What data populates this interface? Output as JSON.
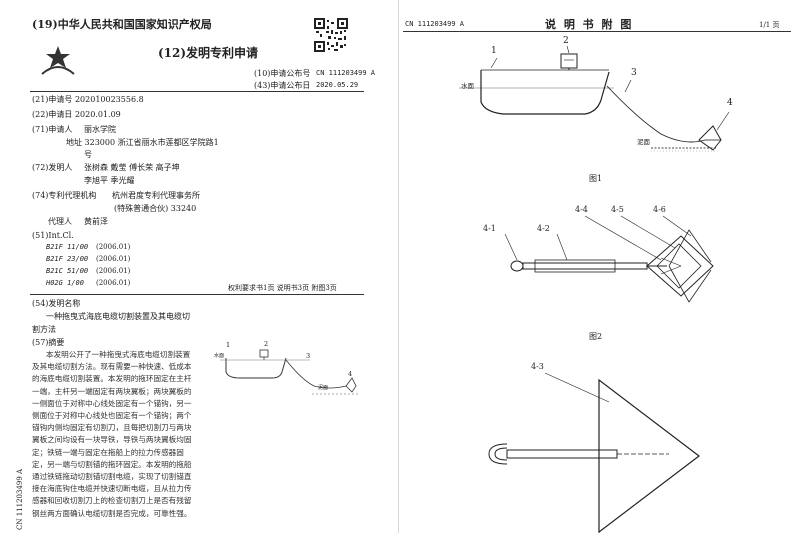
{
  "left": {
    "office": "(19)中华人民共和国国家知识产权局",
    "doc_type": "(12)发明专利申请",
    "pub_no_label": "(10)申请公布号",
    "pub_no": "CN 111203499 A",
    "pub_date_label": "(43)申请公布日",
    "pub_date": "2020.05.29",
    "app_no": "(21)申请号 202010023556.8",
    "app_date": "(22)申请日 2020.01.09",
    "applicant_label": "(71)申请人",
    "applicant": "丽水学院",
    "address_1": "地址 323000 浙江省丽水市莲都区学院路1",
    "address_2": "号",
    "inventors_label": "(72)发明人",
    "inventors_1": "张树森  戴莹  傅长荣  高子坤",
    "inventors_2": "李旭平  季光耀",
    "agency_label": "(74)专利代理机构",
    "agency_1": "杭州君度专利代理事务所",
    "agency_2": "(特殊普通合伙) 33240",
    "agent_label": "代理人",
    "agent": "黄前泽",
    "intcl_label": "(51)Int.Cl.",
    "classes": [
      {
        "code": "B21F 11/00",
        "year": "(2006.01)"
      },
      {
        "code": "B21F 23/00",
        "year": "(2006.01)"
      },
      {
        "code": "B21C 51/00",
        "year": "(2006.01)"
      },
      {
        "code": "H02G 1/00",
        "year": "(2006.01)"
      }
    ],
    "pages_info": "权利要求书1页  说明书3页  附图3页",
    "title_label": "(54)发明名称",
    "title_1": "一种拖曳式海底电缆切割装置及其电缆切",
    "title_2": "割方法",
    "abstract_label": "(57)摘要",
    "abstract": "本发明公开了一种拖曳式海底电缆切割装置及其电缆切割方法。现有需要一种快速、低成本的海底电缆切割装置。本发明的拖环固定在主杆一端，主杆另一端固定有两块翼板；两块翼板的一侧面位于对称中心线处固定有一个锚钩，另一侧面位于对称中心线处也固定有一个锚钩；两个锚钩内侧均固定有切割刀，且每把切割刀与两块翼板之间均设有一块导铁，导铁与两块翼板均固定；铁链一端与固定在拖船上的拉力传感器固定，另一端与切割锚的拖环固定。本发明的拖船通过铁链拖动切割锚切割电缆，实现了切割锚直接在海底钩住电缆并快速切断电缆，且从拉力传感器和回收切割刀上的检查切割刀上是否有残留钢丝两方面确认电缆切割是否完成，可靠性强。",
    "side_code": "CN 111203499 A",
    "fig_labels": [
      "1",
      "2",
      "3",
      "4",
      "水面",
      "泥面"
    ]
  },
  "right": {
    "header_left": "CN 111203499 A",
    "header_center": "说 明 书 附 图",
    "header_right": "1/1 页",
    "fig1": {
      "labels": [
        "1",
        "2",
        "3",
        "4"
      ],
      "water": "水面",
      "seabed": "泥面",
      "caption": "图1"
    },
    "fig2": {
      "labels": [
        "4-1",
        "4-2",
        "4-4",
        "4-5",
        "4-6"
      ],
      "caption": "图2"
    },
    "fig3": {
      "labels": [
        "4-3"
      ]
    }
  }
}
